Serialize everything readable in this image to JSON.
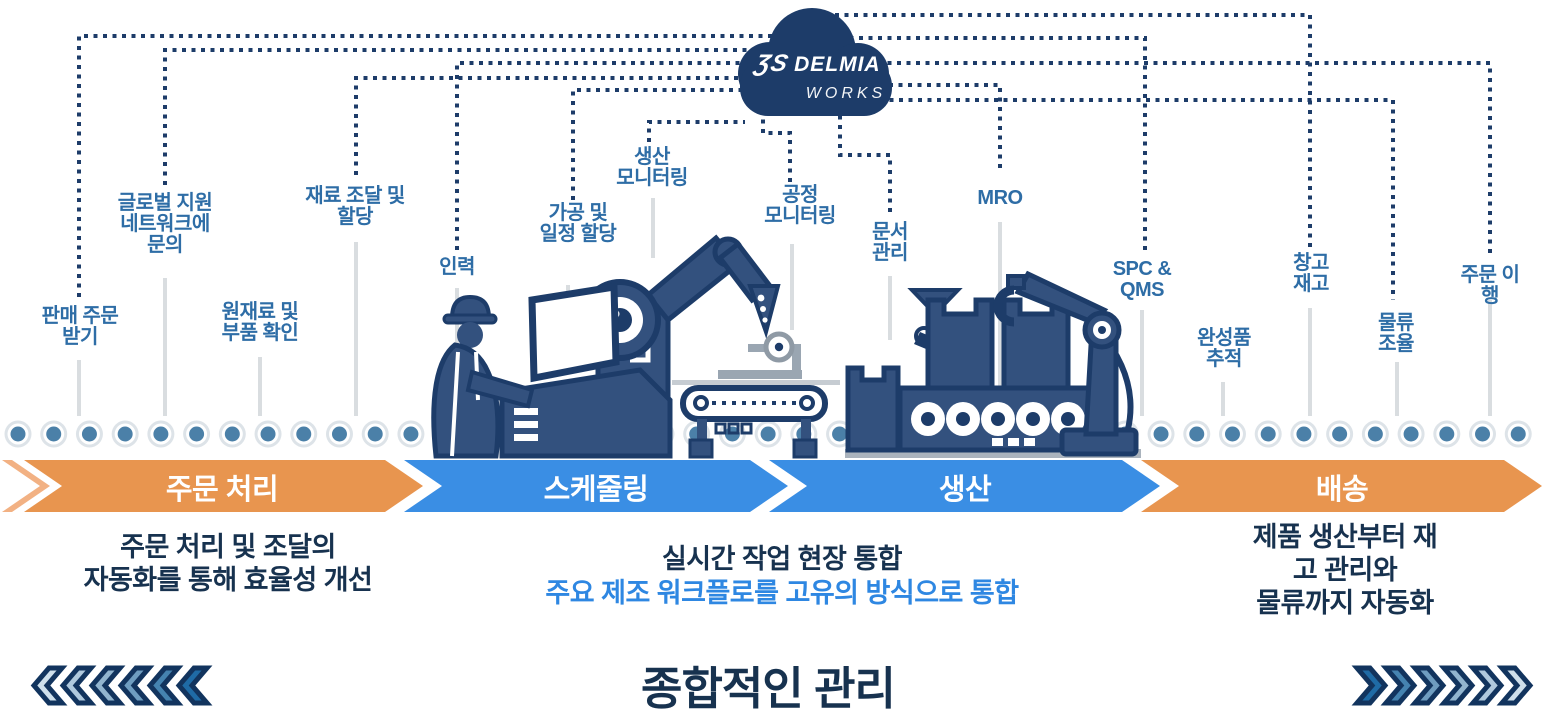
{
  "cloud": {
    "mark": "ƷS",
    "brand": "DELMIA",
    "sub": "WORKS"
  },
  "labels": {
    "sales_order": "판매 주문\n받기",
    "global_support": "글로벌 지원\n네트워크에\n문의",
    "raw_materials": "원재료 및\n부품 확인",
    "material_allocation": "재료 조달 및\n할당",
    "workforce": "인력",
    "processing_scheduling": "가공 및\n일정 할당",
    "production_monitoring": "생산\n모니터링",
    "process_monitoring": "공정\n모니터링",
    "document_management": "문서\n관리",
    "mro": "MRO",
    "spc_qms": "SPC &\nQMS",
    "finished_goods_tracking": "완성품\n추적",
    "warehouse_inventory": "창고\n재고",
    "logistics_coordination": "물류\n조율",
    "order_fulfillment": "주문 이행"
  },
  "stages": {
    "order_processing": "주문 처리",
    "scheduling": "스케줄링",
    "production": "생산",
    "delivery": "배송"
  },
  "captions": {
    "left": "주문 처리 및 조달의\n자동화를 통해 효율성 개선",
    "middle_primary": "실시간 작업 현장 통합",
    "middle_secondary": "주요 제조 워크플로를 고유의 방식으로 통합",
    "right": "제품 생산부터 재고 관리와\n물류까지 자동화"
  },
  "footer": {
    "title": "종합적인 관리"
  },
  "colors": {
    "navy": "#1d3c69",
    "illustration_navy": "#33517e",
    "label_blue": "#2e6da6",
    "arrow_blue": "#3a8ee4",
    "arrow_orange": "#e8954f",
    "arrow_orange_light": "#f2b183",
    "dot_blue": "#4b80a8",
    "dot_ring": "#dde3e8",
    "stub_gray": "#d9dde0",
    "accent_text_blue": "#2e87e2"
  }
}
